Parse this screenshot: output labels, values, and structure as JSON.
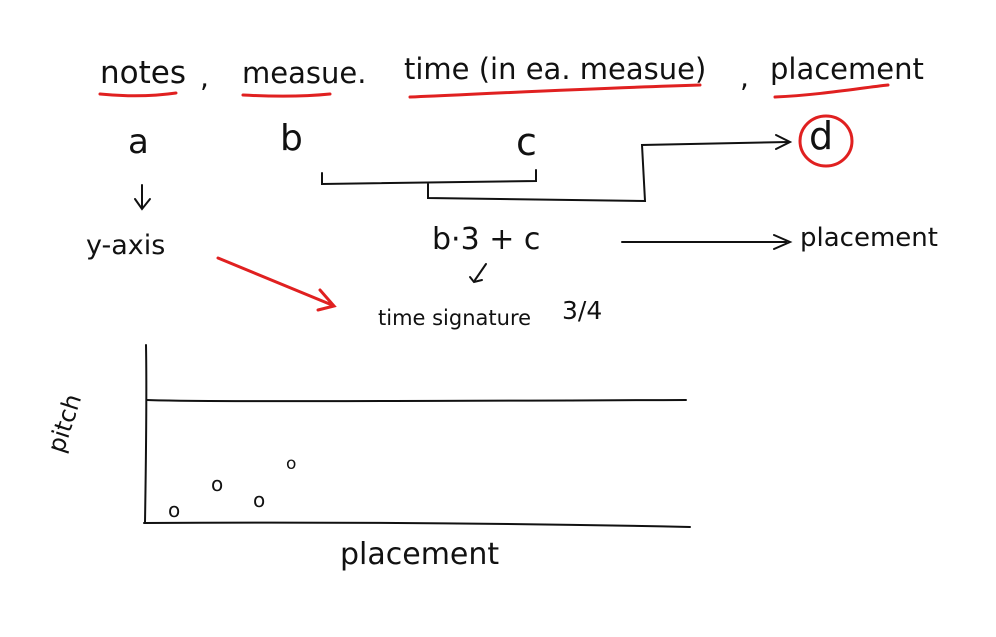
{
  "heading": {
    "notes": "notes",
    "comma_1": ",",
    "measure": "measue.",
    "time": "time (in ea. measue)",
    "comma_2": ",",
    "placement": "placement"
  },
  "variables": {
    "a": "a",
    "b": "b",
    "c": "c",
    "d": "d"
  },
  "mapping": {
    "y_axis": "y-axis",
    "formula": "b·3 + c",
    "placement_result": "placement",
    "time_signature": "time signature",
    "time_signature_value": "3/4"
  },
  "plot": {
    "ylabel": "pitch",
    "xlabel": "placement",
    "note_glyph": "o"
  },
  "colors": {
    "ink": "#111111",
    "highlight": "#e02020"
  }
}
